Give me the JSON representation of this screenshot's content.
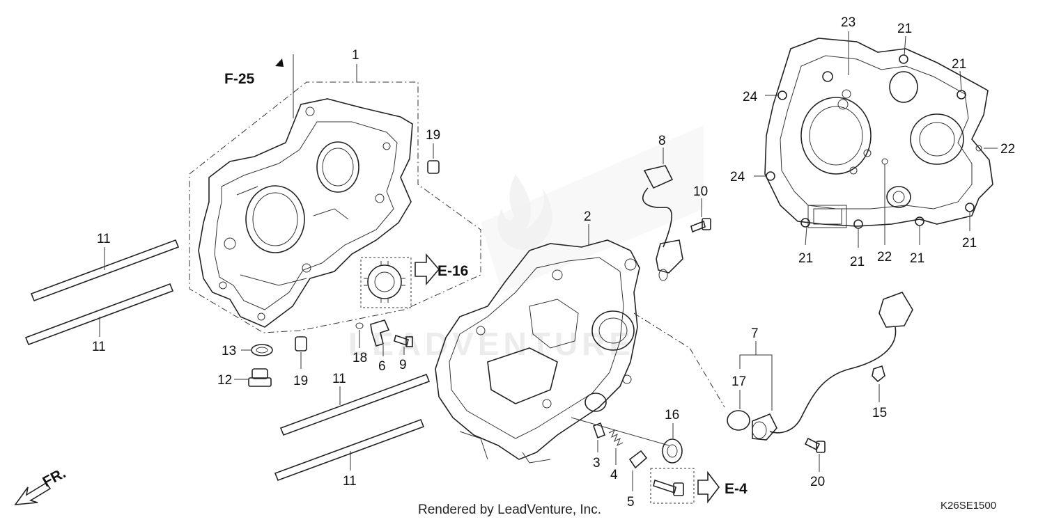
{
  "diagram": {
    "callouts": [
      "1",
      "2",
      "3",
      "4",
      "5",
      "6",
      "7",
      "8",
      "9",
      "10",
      "11",
      "12",
      "13",
      "15",
      "16",
      "17",
      "18",
      "19",
      "20",
      "21",
      "22",
      "23",
      "24"
    ],
    "references": {
      "f25": "F-25",
      "e16": "E-16",
      "e4": "E-4",
      "front": "FR."
    },
    "watermark": "LEADVENTURE",
    "footer": "Rendered by LeadVenture, Inc.",
    "diagram_code": "K26SE1500"
  },
  "labels": [
    {
      "id": "l1",
      "text": "1"
    },
    {
      "id": "l2",
      "text": "2"
    },
    {
      "id": "l3",
      "text": "3"
    },
    {
      "id": "l4",
      "text": "4"
    },
    {
      "id": "l5",
      "text": "5"
    },
    {
      "id": "l6",
      "text": "6"
    },
    {
      "id": "l7",
      "text": "7"
    },
    {
      "id": "l8",
      "text": "8"
    },
    {
      "id": "l9",
      "text": "9"
    },
    {
      "id": "l10",
      "text": "10"
    },
    {
      "id": "l11a",
      "text": "11"
    },
    {
      "id": "l11b",
      "text": "11"
    },
    {
      "id": "l11c",
      "text": "11"
    },
    {
      "id": "l11d",
      "text": "11"
    },
    {
      "id": "l12",
      "text": "12"
    },
    {
      "id": "l13",
      "text": "13"
    },
    {
      "id": "l15",
      "text": "15"
    },
    {
      "id": "l16",
      "text": "16"
    },
    {
      "id": "l17",
      "text": "17"
    },
    {
      "id": "l18",
      "text": "18"
    },
    {
      "id": "l19a",
      "text": "19"
    },
    {
      "id": "l19b",
      "text": "19"
    },
    {
      "id": "l20",
      "text": "20"
    },
    {
      "id": "l21a",
      "text": "21"
    },
    {
      "id": "l21b",
      "text": "21"
    },
    {
      "id": "l21c",
      "text": "21"
    },
    {
      "id": "l21d",
      "text": "21"
    },
    {
      "id": "l21e",
      "text": "21"
    },
    {
      "id": "l21f",
      "text": "21"
    },
    {
      "id": "l22a",
      "text": "22"
    },
    {
      "id": "l22b",
      "text": "22"
    },
    {
      "id": "l23",
      "text": "23"
    },
    {
      "id": "l24a",
      "text": "24"
    },
    {
      "id": "l24b",
      "text": "24"
    }
  ]
}
